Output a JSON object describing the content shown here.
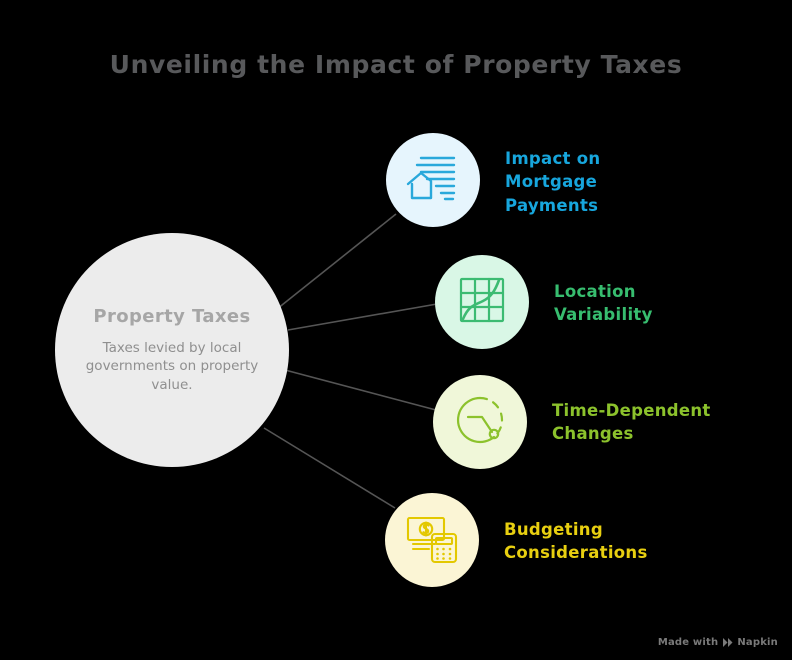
{
  "background_color": "#000000",
  "title": "Unveiling the Impact of Property Taxes",
  "hub": {
    "name": "Property Taxes",
    "description": "Taxes levied by local governments on property value.",
    "fill_color": "#ececec",
    "title_color": "#a6a6a6",
    "text_color": "#8f8f8f"
  },
  "edge_color": "#555555",
  "nodes": [
    {
      "label": "Impact on Mortgage Payments",
      "icon": "house-document-icon",
      "circle_color": "#e6f5fd",
      "accent_color": "#17a6dd"
    },
    {
      "label": "Location Variability",
      "icon": "map-grid-path-icon",
      "circle_color": "#d9f7e6",
      "accent_color": "#37bd6f"
    },
    {
      "label": "Time-Dependent Changes",
      "icon": "dashed-clock-icon",
      "circle_color": "#f0f7d9",
      "accent_color": "#8cc22c"
    },
    {
      "label": "Budgeting Considerations",
      "icon": "money-calculator-icon",
      "circle_color": "#fbf5d5",
      "accent_color": "#e8cf10"
    }
  ],
  "watermark": {
    "prefix": "Made with",
    "brand": "Napkin",
    "logo_icon": "napkin-logo-icon",
    "color": "#7a7a7a"
  }
}
